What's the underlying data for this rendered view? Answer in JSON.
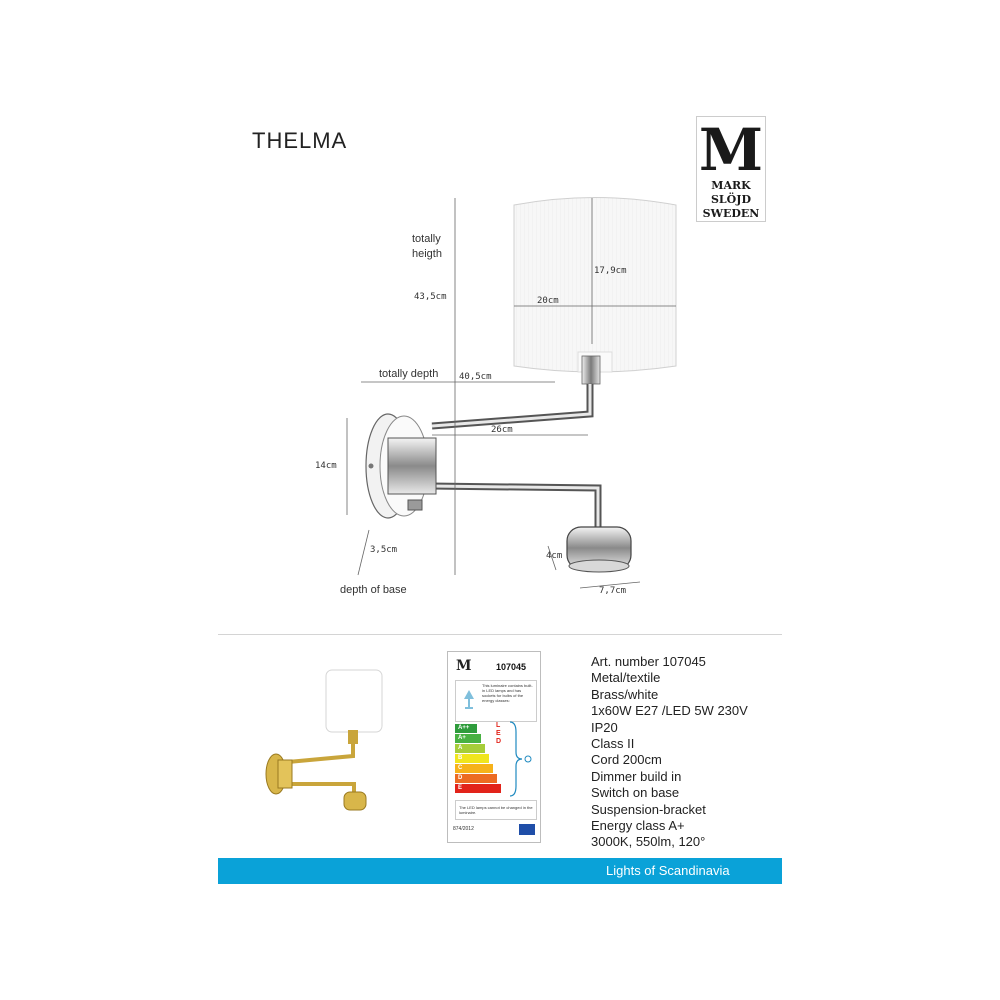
{
  "product": {
    "name": "THELMA"
  },
  "brand": {
    "logo_letter": "M",
    "logo_words": [
      "MARK",
      "SLÖJD",
      "SWEDEN"
    ]
  },
  "dimensions": {
    "totally_height_label": "totally\nheigth",
    "totally_height_value": "43,5cm",
    "shade_height": "17,9cm",
    "shade_width": "20cm",
    "totally_depth_label": "totally depth",
    "totally_depth_value": "40,5cm",
    "arm_length": "26cm",
    "base_height": "14cm",
    "base_depth": "3,5cm",
    "depth_of_base_label": "depth of base",
    "spot_height": "4cm",
    "spot_width": "7,7cm"
  },
  "energy_label": {
    "art_number": "107045",
    "note": "This luminaire contains built-in LED lamps and has sockets for bulbs of the energy classes:",
    "classes": [
      {
        "name": "A++",
        "color": "#2f9c3c"
      },
      {
        "name": "A+",
        "color": "#48b142"
      },
      {
        "name": "A",
        "color": "#a6cd39"
      },
      {
        "name": "B",
        "color": "#f0e51e"
      },
      {
        "name": "C",
        "color": "#f6b21a"
      },
      {
        "name": "D",
        "color": "#ec6b22"
      },
      {
        "name": "E",
        "color": "#e2231a"
      }
    ],
    "led_text": "LED",
    "bottom_note": "The LED lamps cannot be changed in the luminaire.",
    "regulation": "874/2012"
  },
  "specs": [
    "Art. number 107045",
    "Metal/textile",
    "Brass/white",
    "1x60W E27 /LED 5W 230V",
    "IP20",
    "Class II",
    "Cord 200cm",
    "Dimmer build in",
    "Switch on base",
    "Suspension-bracket",
    "Energy class A+",
    "3000K, 550lm, 120°"
  ],
  "footer": {
    "text": "Lights of Scandinavia"
  },
  "colors": {
    "footer_bg": "#0aa2d8",
    "brass": "#d8b64a"
  }
}
